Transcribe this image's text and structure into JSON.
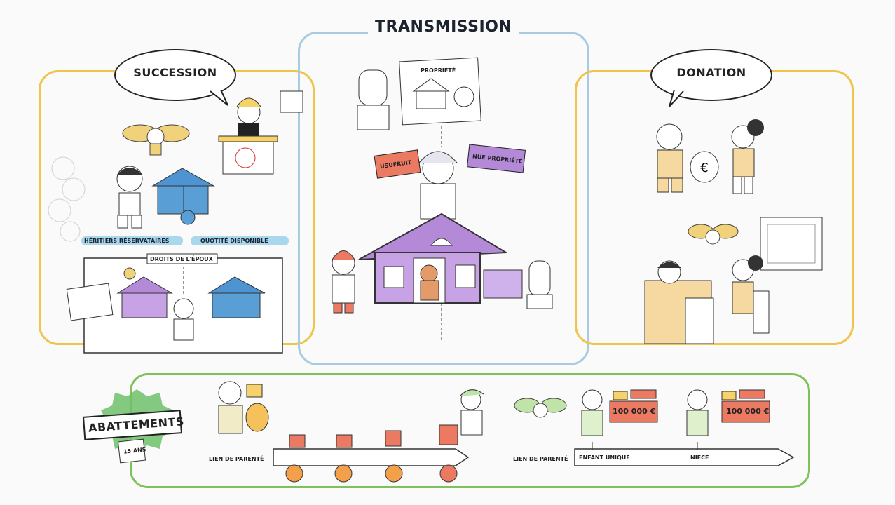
{
  "transmission": {
    "title": "TRANSMISSION",
    "propriete_sign": "PROPRIÉTÉ",
    "usufruit": "USUFRUIT",
    "nue_propriete": "NUE PROPRIÉTÉ"
  },
  "succession": {
    "title": "SUCCESSION",
    "heritiers": "HÉRITIERS RÉSERVATAIRES",
    "quotite": "QUOTITÉ DISPONIBLE",
    "droits_epoux": "DROITS DE L'ÉPOUX"
  },
  "donation": {
    "title": "DONATION"
  },
  "abattements": {
    "title": "ABATTEMENTS",
    "years": "15 ANS",
    "lien_parente_1": "LIEN DE PARENTÉ",
    "lien_parente_2": "LIEN DE PARENTÉ",
    "enfant_unique": "ENFANT UNIQUE",
    "niece": "NIÈCE",
    "amount_1": "100 000 €",
    "amount_2": "100 000 €"
  },
  "colors": {
    "yellow_frame": "#f0c34a",
    "blue_frame": "#a8cbe0",
    "green_frame": "#7fc25b",
    "purple_house": "#b48ad8",
    "blue_house": "#5a9ed6",
    "red_tag": "#ec7a63",
    "green_badge": "#6ec06a"
  }
}
